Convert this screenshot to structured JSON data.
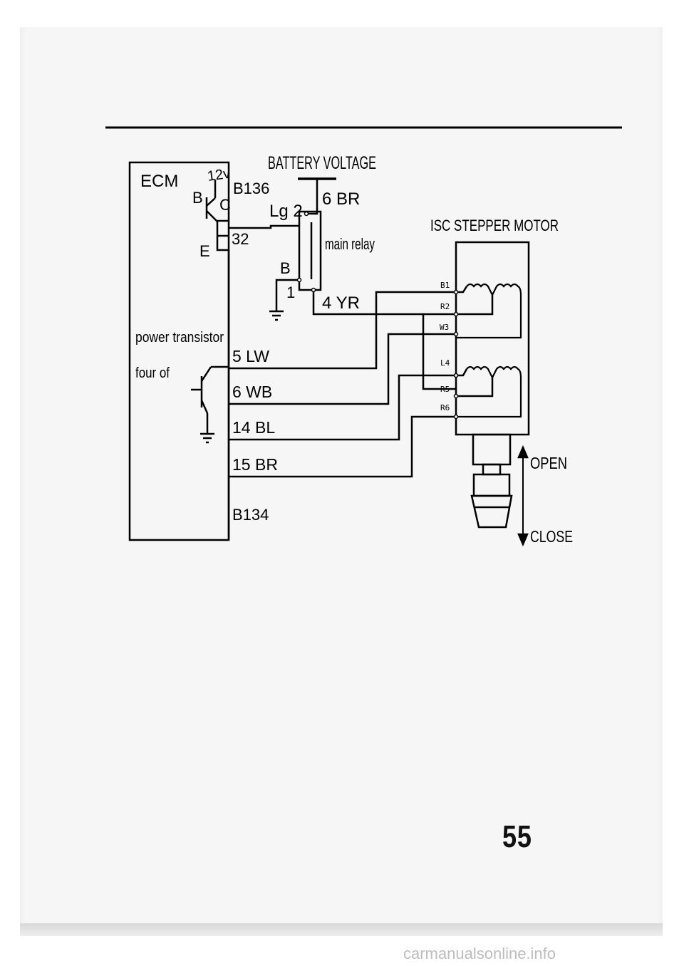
{
  "labels": {
    "ecm": "ECM",
    "battery_voltage": "BATTERY VOLTAGE",
    "connector_b136": "B136",
    "connector_b134": "B134",
    "voltage_12v": "12v",
    "transistor_b": "B",
    "transistor_c": "C",
    "transistor_e": "E",
    "pin_32": "32",
    "lg2": "Lg 2",
    "br6": "6 BR",
    "main_relay": "main relay",
    "relay_b": "B",
    "relay_1": "1",
    "yr4": "4 YR",
    "power_transistor": "power transistor",
    "four_of": "four of",
    "wire_5lw": "5 LW",
    "wire_6wb": "6 WB",
    "wire_14bl": "14 BL",
    "wire_15br": "15 BR",
    "isc_motor": "ISC STEPPER MOTOR",
    "pin_b1": "B1",
    "pin_r2": "R2",
    "pin_w3": "W3",
    "pin_l4": "L4",
    "pin_r5": "R5",
    "pin_r6": "R6",
    "open": "OPEN",
    "close": "CLOSE"
  },
  "page_number": "55",
  "watermark": "carmanualsonline.info"
}
